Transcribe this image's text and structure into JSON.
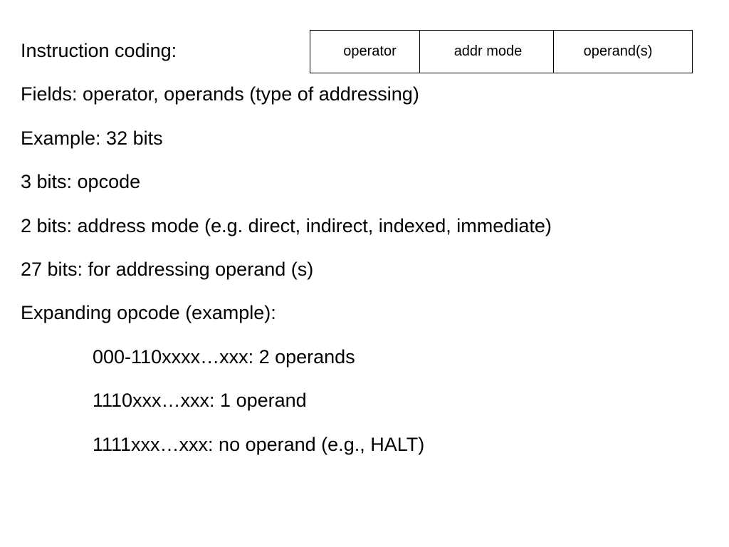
{
  "format_diagram": {
    "fields": [
      "operator",
      "addr mode",
      "operand(s)"
    ]
  },
  "lines": [
    "Instruction coding:",
    "Fields: operator, operands (type of addressing)",
    "Example: 32 bits",
    "3 bits: opcode",
    "2 bits: address mode (e.g. direct, indirect, indexed, immediate)",
    "27 bits: for addressing operand (s)",
    "Expanding opcode (example):",
    "000-110xxxx…xxx: 2 operands",
    "1110xxx…xxx: 1 operand",
    "1111xxx…xxx: no operand (e.g., HALT)"
  ]
}
